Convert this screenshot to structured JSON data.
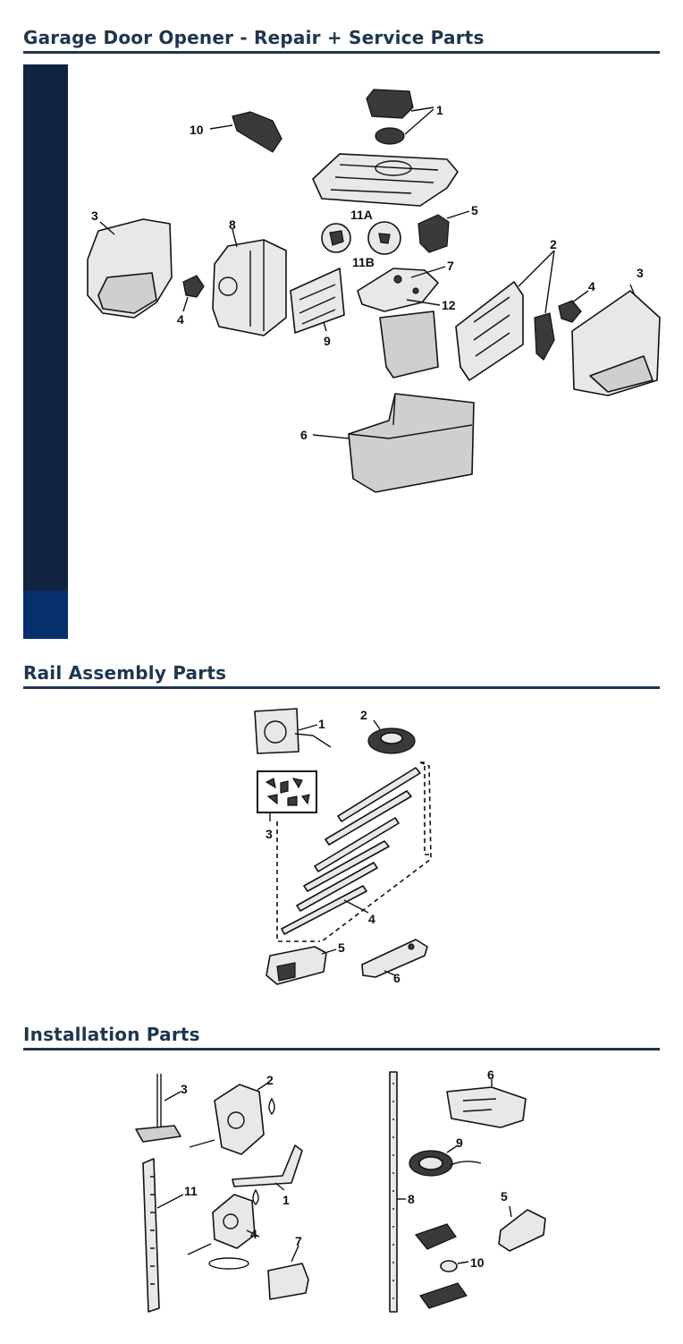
{
  "sections": {
    "main": {
      "title": "Garage Door Opener - Repair + Service Parts"
    },
    "rail": {
      "title": "Rail Assembly Parts"
    },
    "install": {
      "title": "Installation Parts"
    }
  },
  "diagrams": {
    "main": {
      "callouts": [
        "1",
        "10",
        "3",
        "8",
        "11A",
        "11B",
        "5",
        "7",
        "2",
        "3",
        "4",
        "4",
        "12",
        "9",
        "6"
      ]
    },
    "rail": {
      "callouts": [
        "1",
        "2",
        "3",
        "4",
        "5",
        "6"
      ]
    },
    "install": {
      "callouts": [
        "3",
        "2",
        "11",
        "1",
        "4",
        "7",
        "6",
        "9",
        "8",
        "5",
        "10"
      ]
    }
  },
  "colors": {
    "heading": "#1f3550",
    "sidebar": "#10233f",
    "sidebar_accent": "#06306d"
  }
}
